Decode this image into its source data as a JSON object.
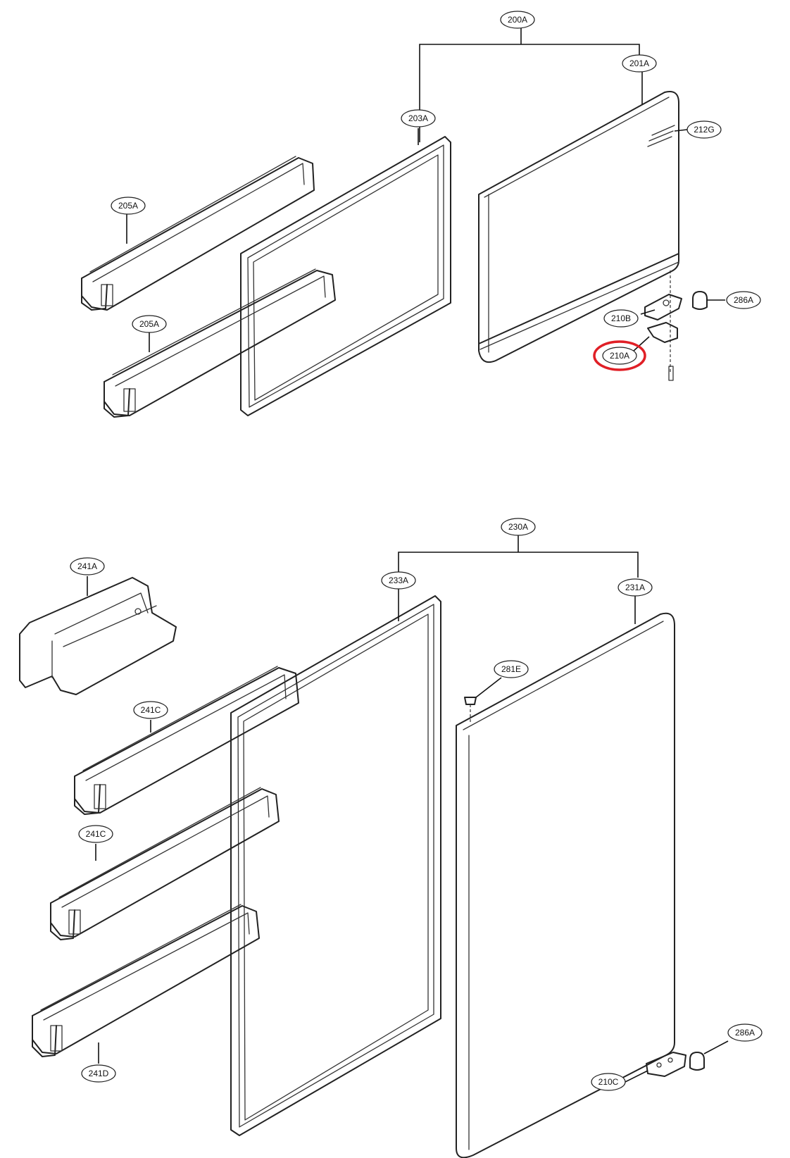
{
  "highlight_color": "#e01f26",
  "line_color": "#222222",
  "callouts": {
    "top_door_assembly": "200A",
    "top_door": "201A",
    "top_gasket": "203A",
    "top_basket_1": "205A",
    "top_basket_2": "205A",
    "top_door_label": "212G",
    "top_hinge_cap": "286A",
    "top_hinge_upper": "210B",
    "top_hinge_lower": "210A",
    "bottom_door_assembly": "230A",
    "bottom_door": "231A",
    "bottom_gasket": "233A",
    "bottom_cap_screw": "281E",
    "bottom_basket_large": "241A",
    "bottom_basket_1": "241C",
    "bottom_basket_2": "241C",
    "bottom_basket_3": "241D",
    "bottom_hinge_cap": "286A",
    "bottom_hinge": "210C"
  },
  "highlighted_part": "210A"
}
